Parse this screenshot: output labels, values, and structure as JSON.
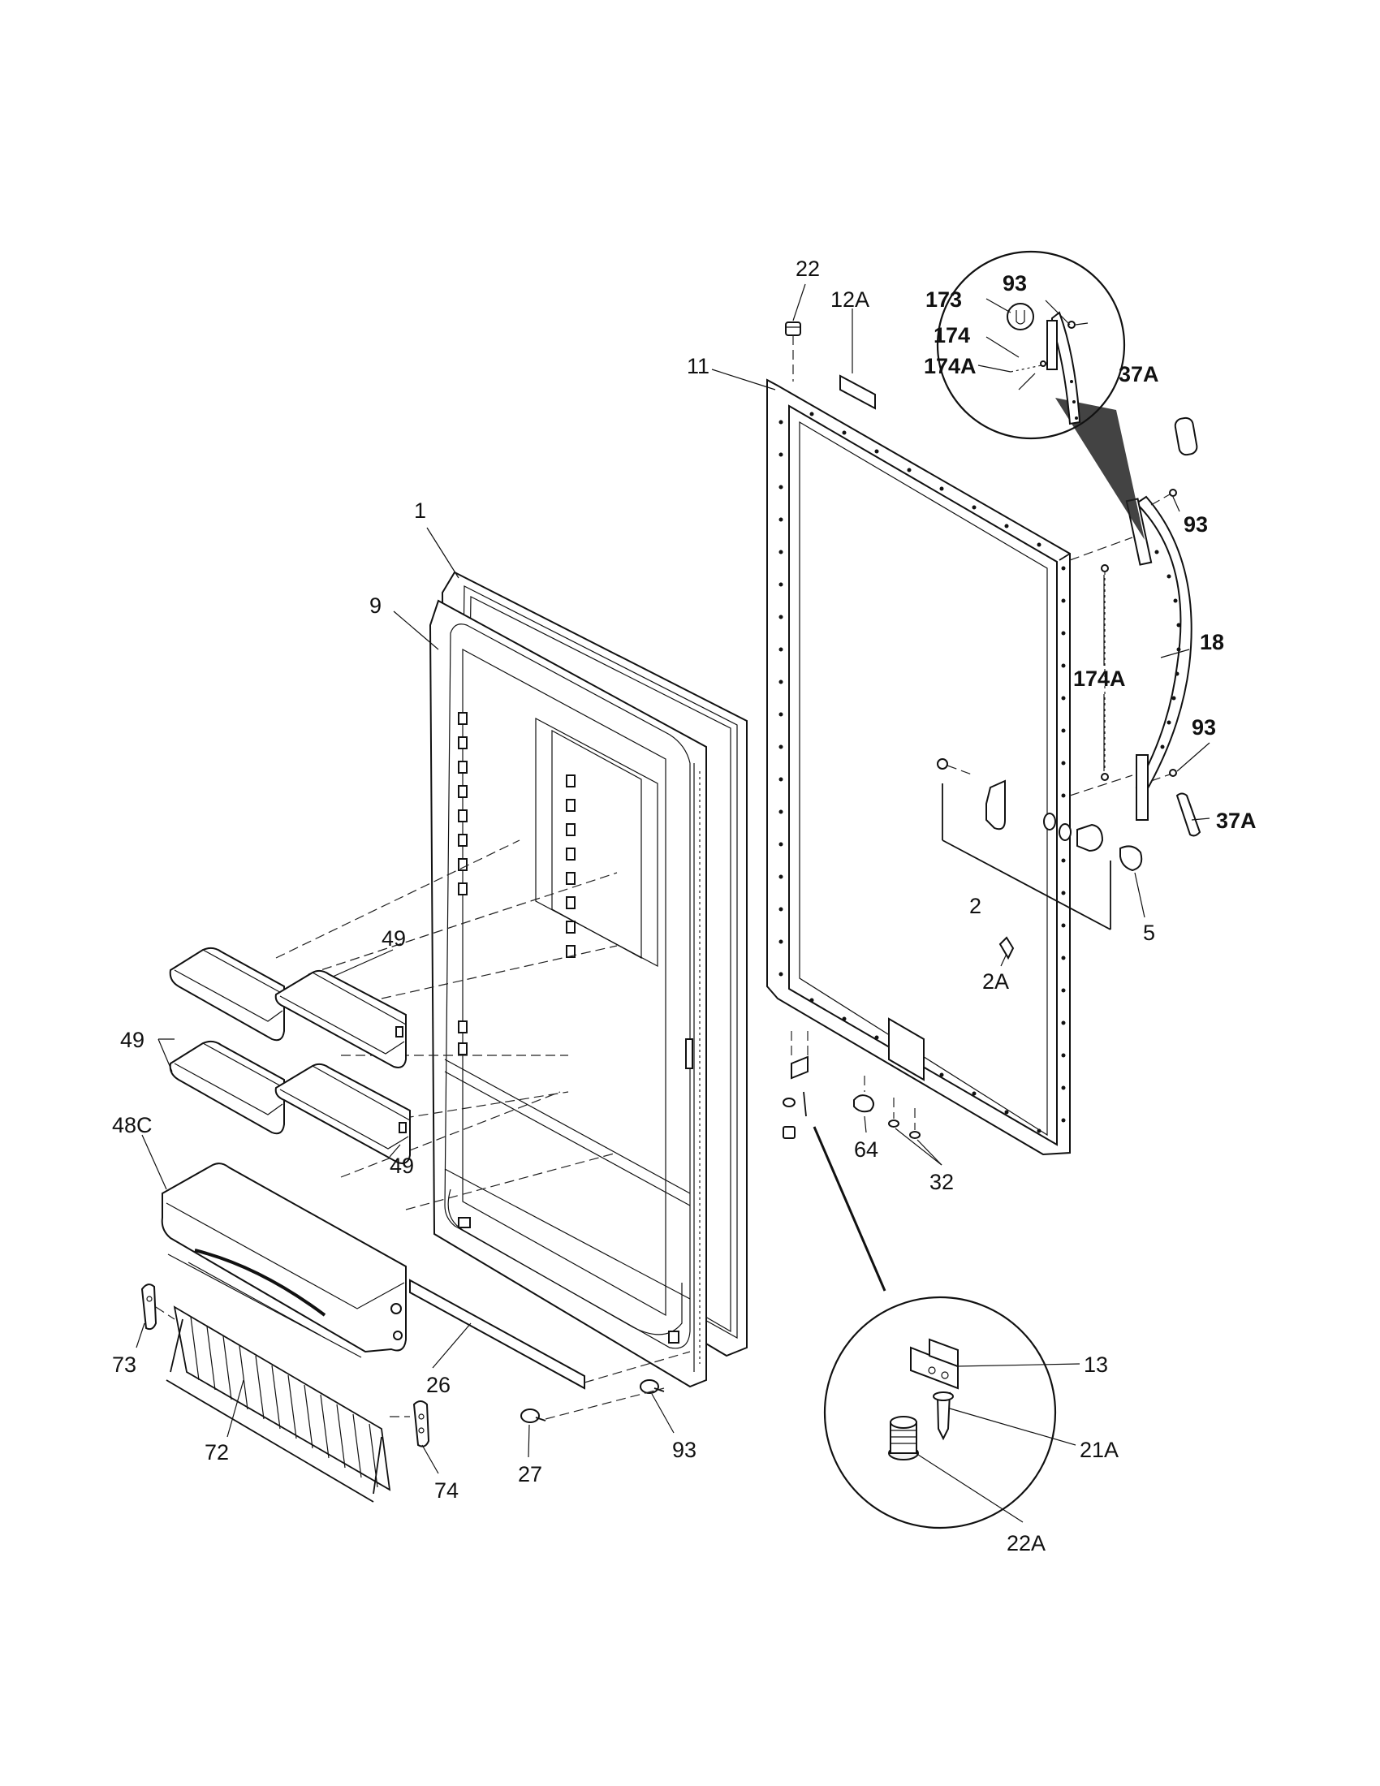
{
  "labels": {
    "p1": "1",
    "p9": "9",
    "p11": "11",
    "p12A": "12A",
    "p22_top": "22",
    "p93_inset": "93",
    "p173": "173",
    "p174": "174",
    "p174A_inset": "174A",
    "p37A_top": "37A",
    "p93_upper": "93",
    "p18": "18",
    "p174A": "174A",
    "p93_mid": "93",
    "p37A_right": "37A",
    "p2": "2",
    "p5": "5",
    "p2A": "2A",
    "p49_top": "49",
    "p49_left": "49",
    "p49_bottom": "49",
    "p48C": "48C",
    "p64": "64",
    "p32": "32",
    "p73": "73",
    "p26": "26",
    "p72": "72",
    "p74": "74",
    "p27": "27",
    "p93_bottom": "93",
    "p13": "13",
    "p21A": "21A",
    "p22A": "22A"
  }
}
